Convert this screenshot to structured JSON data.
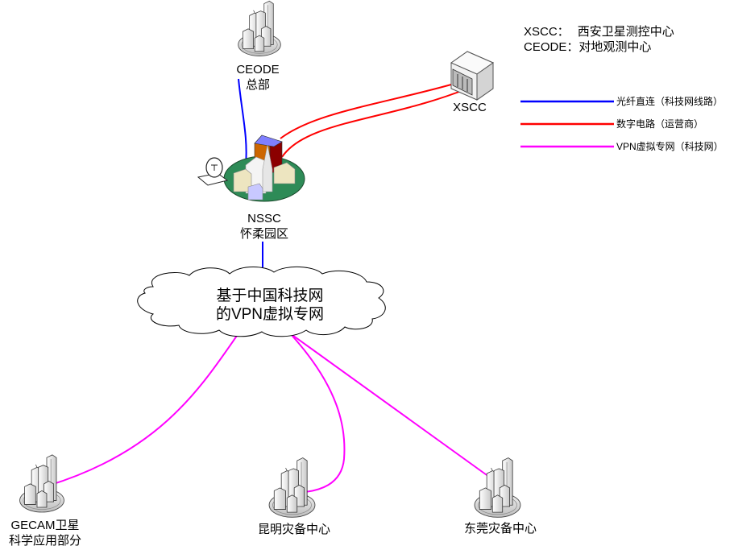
{
  "abbreviations": [
    {
      "key": "XSCC：",
      "value": "西安卫星测控中心"
    },
    {
      "key": "CEODE：",
      "value": "对地观测中心"
    }
  ],
  "legend": [
    {
      "label": "光纤直连（科技网线路）",
      "color": "#0000ff",
      "type": "fiber"
    },
    {
      "label": "数字电路（运营商）",
      "color": "#ff0000",
      "type": "digital"
    },
    {
      "label": "VPN虚拟专网（科技网）",
      "color": "#ff00ff",
      "type": "vpn"
    }
  ],
  "nodes": {
    "ceode": {
      "line1": "CEODE",
      "line2": "总部"
    },
    "nssc": {
      "line1": "NSSC",
      "line2": "怀柔园区"
    },
    "xscc": {
      "line1": "XSCC"
    },
    "cloud": {
      "line1": "基于中国科技网",
      "line2": "的VPN虚拟专网"
    },
    "gecam": {
      "line1": "GECAM卫星",
      "line2": "科学应用部分"
    },
    "kunming": {
      "line1": "昆明灾备中心"
    },
    "dongguan": {
      "line1": "东莞灾备中心"
    }
  },
  "links": [
    {
      "from": "ceode",
      "to": "nssc",
      "type": "fiber"
    },
    {
      "from": "nssc",
      "to": "cloud",
      "type": "fiber"
    },
    {
      "from": "nssc",
      "to": "xscc",
      "type": "digital"
    },
    {
      "from": "nssc",
      "to": "xscc",
      "type": "digital"
    },
    {
      "from": "cloud",
      "to": "gecam",
      "type": "vpn"
    },
    {
      "from": "cloud",
      "to": "kunming",
      "type": "vpn"
    },
    {
      "from": "cloud",
      "to": "dongguan",
      "type": "vpn"
    }
  ],
  "colors": {
    "fiber": "#0000ff",
    "digital": "#ff0000",
    "vpn": "#ff00ff"
  }
}
